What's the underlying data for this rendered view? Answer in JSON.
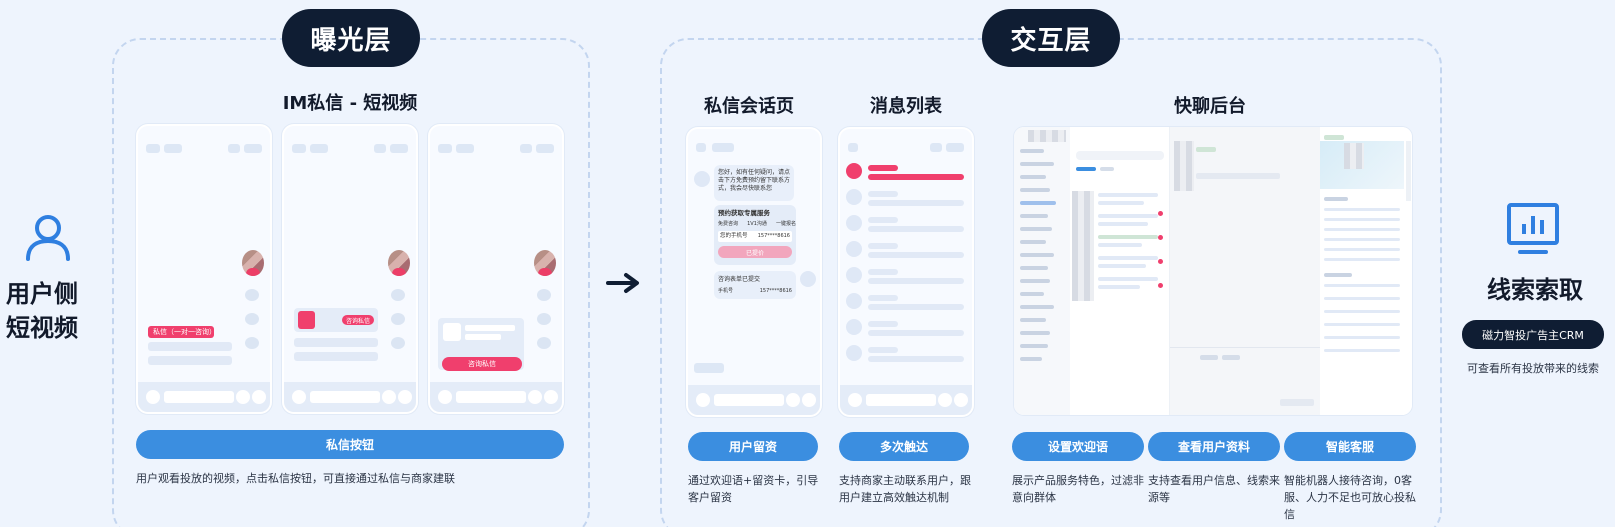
{
  "colors": {
    "background": "#eef4fd",
    "pill_dark": "#0f1d33",
    "accent_blue": "#3b8ee0",
    "accent_red": "#f03f6d",
    "crm_badge": "#0f1d33"
  },
  "left": {
    "icon": "user-icon",
    "title_line1": "用户侧",
    "title_line2": "短视频"
  },
  "exposure": {
    "label": "曝光层",
    "section_title": "IM私信 - 短视频",
    "phone1_tag": "私信（一对一咨询）",
    "phone2_button": "咨询私信",
    "phone3_button": "咨询私信",
    "button": "私信按钮",
    "description": "用户观看投放的视频，点击私信按钮，可直接通过私信与商家建联"
  },
  "arrow_icon": "arrow-right-icon",
  "interaction": {
    "label": "交互层",
    "sections": [
      {
        "title": "私信会话页",
        "button": "用户留资",
        "description": "通过欢迎语+留资卡，引导客户留资"
      },
      {
        "title": "消息列表",
        "button": "多次触达",
        "description": "支持商家主动联系用户，跟用户建立高效触达机制"
      },
      {
        "title": "快聊后台",
        "buttons": [
          "设置欢迎语",
          "查看用户资料",
          "智能客服"
        ],
        "descriptions": [
          "展示产品服务特色，过滤非意向群体",
          "支持查看用户信息、线索来源等",
          "智能机器人接待咨询，0客服、人力不足也可放心投私信"
        ]
      }
    ],
    "chat_mock": {
      "greeting": "您好，如有任何疑问，请点击下方免费预约留下联系方式，我会尽快联系您",
      "card_title": "预约获取专属服务",
      "options": [
        "免费咨询",
        "1V1沟通",
        "一键报名"
      ],
      "phone_label": "您的手机号",
      "phone_value": "157****8616",
      "submit": "已提价",
      "submitted": "咨询表单已提交",
      "mobile_label": "手机号",
      "mobile_value": "157****8616"
    }
  },
  "right": {
    "icon": "dashboard-chart-icon",
    "title": "线索索取",
    "badge": "磁力智投广告主CRM",
    "caption": "可查看所有投放带来的线索"
  }
}
